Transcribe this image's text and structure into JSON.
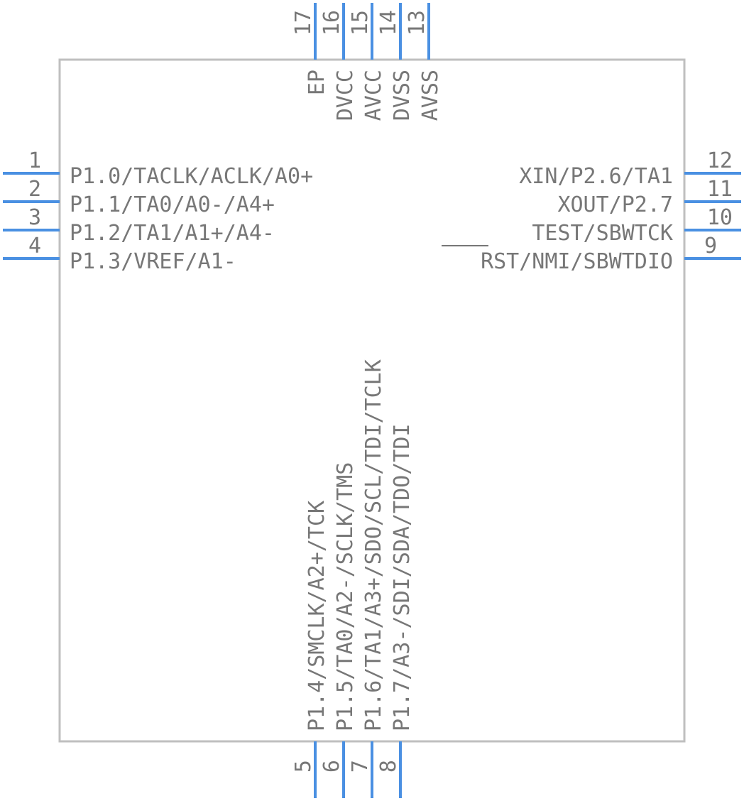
{
  "component": {
    "body_color": "#bfbfbf",
    "pin_color": "#4a90e2",
    "text_color": "#777777"
  },
  "pins_left": [
    {
      "number": "1",
      "label": "P1.0/TACLK/ACLK/A0+"
    },
    {
      "number": "2",
      "label": "P1.1/TA0/A0-/A4+"
    },
    {
      "number": "3",
      "label": "P1.2/TA1/A1+/A4-"
    },
    {
      "number": "4",
      "label": "P1.3/VREF/A1-"
    }
  ],
  "pins_right": [
    {
      "number": "12",
      "label": "XIN/P2.6/TA1"
    },
    {
      "number": "11",
      "label": "XOUT/P2.7"
    },
    {
      "number": "10",
      "label": "TEST/SBWTCK"
    },
    {
      "number": "9",
      "label": "RST/NMI/SBWTDIO"
    }
  ],
  "pins_top": [
    {
      "number": "17",
      "label": "EP"
    },
    {
      "number": "16",
      "label": "DVCC"
    },
    {
      "number": "15",
      "label": "AVCC"
    },
    {
      "number": "14",
      "label": "DVSS"
    },
    {
      "number": "13",
      "label": "AVSS"
    }
  ],
  "pins_bottom": [
    {
      "number": "5",
      "label": "P1.4/SMCLK/A2+/TCK"
    },
    {
      "number": "6",
      "label": "P1.5/TA0/A2-/SCLK/TMS"
    },
    {
      "number": "7",
      "label": "P1.6/TA1/A3+/SDO/SCL/TDI/TCLK"
    },
    {
      "number": "8",
      "label": "P1.7/A3-/SDI/SDA/TDO/TDI"
    }
  ]
}
